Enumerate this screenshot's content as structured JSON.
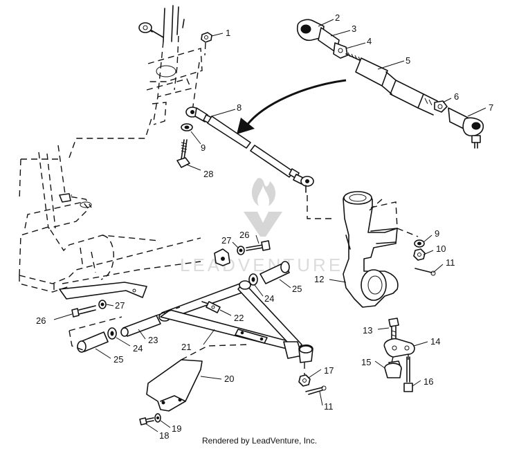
{
  "watermark": {
    "text": "LEADVENTURE"
  },
  "footer": {
    "credit": "Rendered by LeadVenture, Inc."
  },
  "callouts": [
    "1",
    "2",
    "3",
    "4",
    "5",
    "6",
    "7",
    "8",
    "9",
    "28",
    "9",
    "10",
    "11",
    "12",
    "26",
    "27",
    "25",
    "24",
    "27",
    "26",
    "22",
    "23",
    "24",
    "21",
    "25",
    "13",
    "14",
    "15",
    "17",
    "16",
    "11",
    "20",
    "19",
    "18"
  ]
}
